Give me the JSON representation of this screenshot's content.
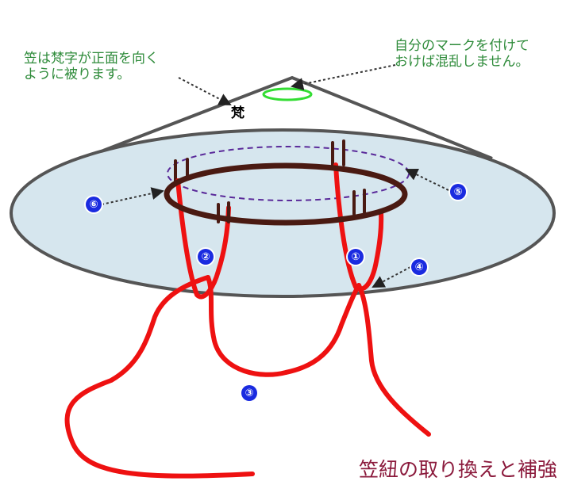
{
  "notes": {
    "left": [
      "笠は梵字が正面を向く",
      "ように被ります。"
    ],
    "right": [
      "自分のマークを付けて",
      "おけば混乱しません。"
    ]
  },
  "kanji_mark": "梵",
  "labels": [
    "①",
    "②",
    "③",
    "④",
    "⑤",
    "⑥"
  ],
  "caption": "笠紐の取り換えと補強",
  "colors": {
    "brim_fill": "#d6e6ee",
    "outline": "#555555",
    "cord": "#ee1111",
    "ring": "#4a1a12",
    "dashed_ring": "#5a2a9a",
    "mark": "#33dd33",
    "note_text": "#2e8b3a",
    "number_badge": "#1a2be0",
    "caption": "#8b1a3c"
  }
}
